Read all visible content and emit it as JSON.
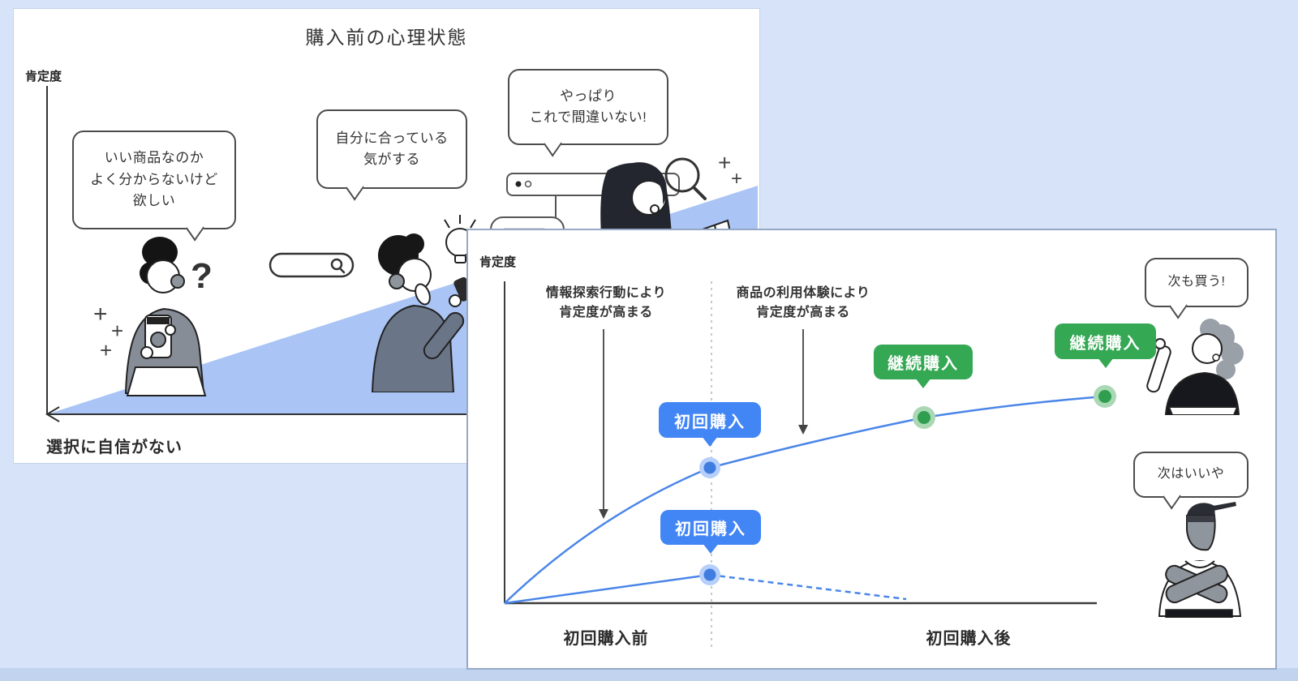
{
  "card_before": {
    "title": "購入前の心理状態",
    "y_axis_label": "肯定度",
    "bottom_label": "選択に自信がない",
    "bubble1": {
      "line1": "いい商品なのか",
      "line2": "よく分からないけど",
      "line3": "欲しい"
    },
    "bubble2": {
      "line1": "自分に合っている",
      "line2": "気がする"
    },
    "bubble3": {
      "line1": "やっぱり",
      "line2": "これで間違いない!"
    }
  },
  "card_after": {
    "y_axis_label": "肯定度",
    "annotation1": {
      "line1": "情報探索行動により",
      "line2": "肯定度が高まる"
    },
    "annotation2": {
      "line1": "商品の利用体験により",
      "line2": "肯定度が高まる"
    },
    "tag_first_purchase": "初回購入",
    "tag_repeat_purchase": "継続購入",
    "bubble_positive": "次も買う!",
    "bubble_negative": "次はいいや",
    "x_label_before": "初回購入前",
    "x_label_after": "初回購入後"
  },
  "illustration": {
    "question_mark": "?",
    "plus": "+"
  },
  "colors": {
    "page_bg": "#d7e3f8",
    "bottom_strip": "#c2d3ef",
    "card_bg": "#ffffff",
    "accent_blue": "#4285f4",
    "accent_green": "#34a853",
    "line_blue": "#4a86e8",
    "triangle_fill": "#a9c4f5",
    "halo_blue": "#b6cffb",
    "halo_green": "#abd8b4",
    "axis_dark": "#3c3c3c"
  }
}
